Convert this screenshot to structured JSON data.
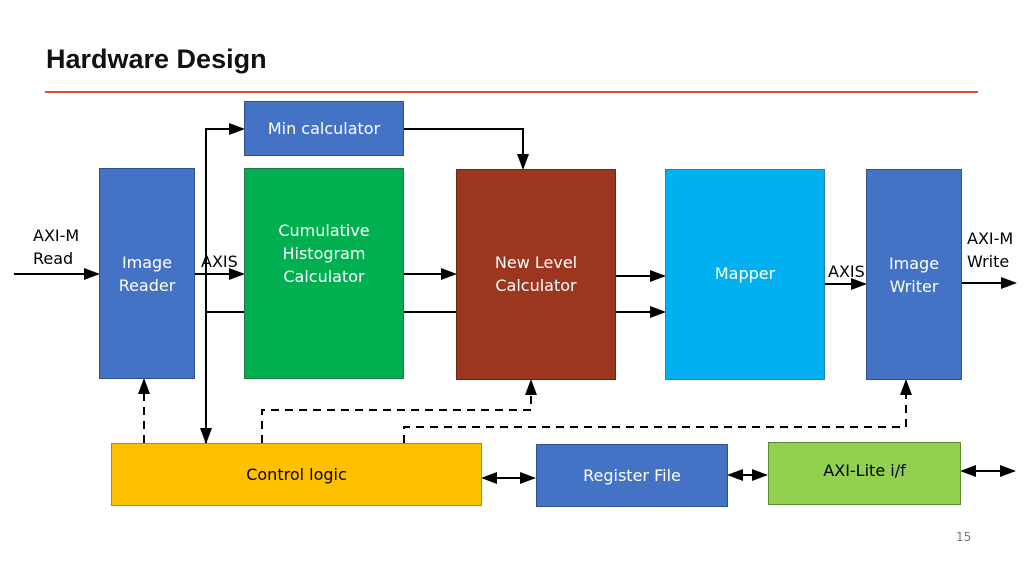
{
  "title": "Hardware Design",
  "blocks": {
    "min_calculator": "Min calculator",
    "image_reader": "Image\nReader",
    "cumulative_histogram": "Cumulative\nHistogram\nCalculator",
    "new_level": "New Level\nCalculator",
    "mapper": "Mapper",
    "image_writer": "Image\nWriter",
    "control_logic": "Control logic",
    "register_file": "Register File",
    "axi_lite": "AXI-Lite i/f"
  },
  "labels": {
    "axi_read": "AXI-M\nRead",
    "axis_in": "AXIS",
    "axis_out": "AXIS",
    "axi_write": "AXI-M\nWrite"
  },
  "page_number": "15",
  "colors": {
    "blue": "#4472c4",
    "green": "#00b050",
    "red": "#9c361f",
    "cyan": "#00b0f0",
    "yellow": "#ffc000",
    "lime": "#92d050",
    "rule": "#d5552f"
  }
}
